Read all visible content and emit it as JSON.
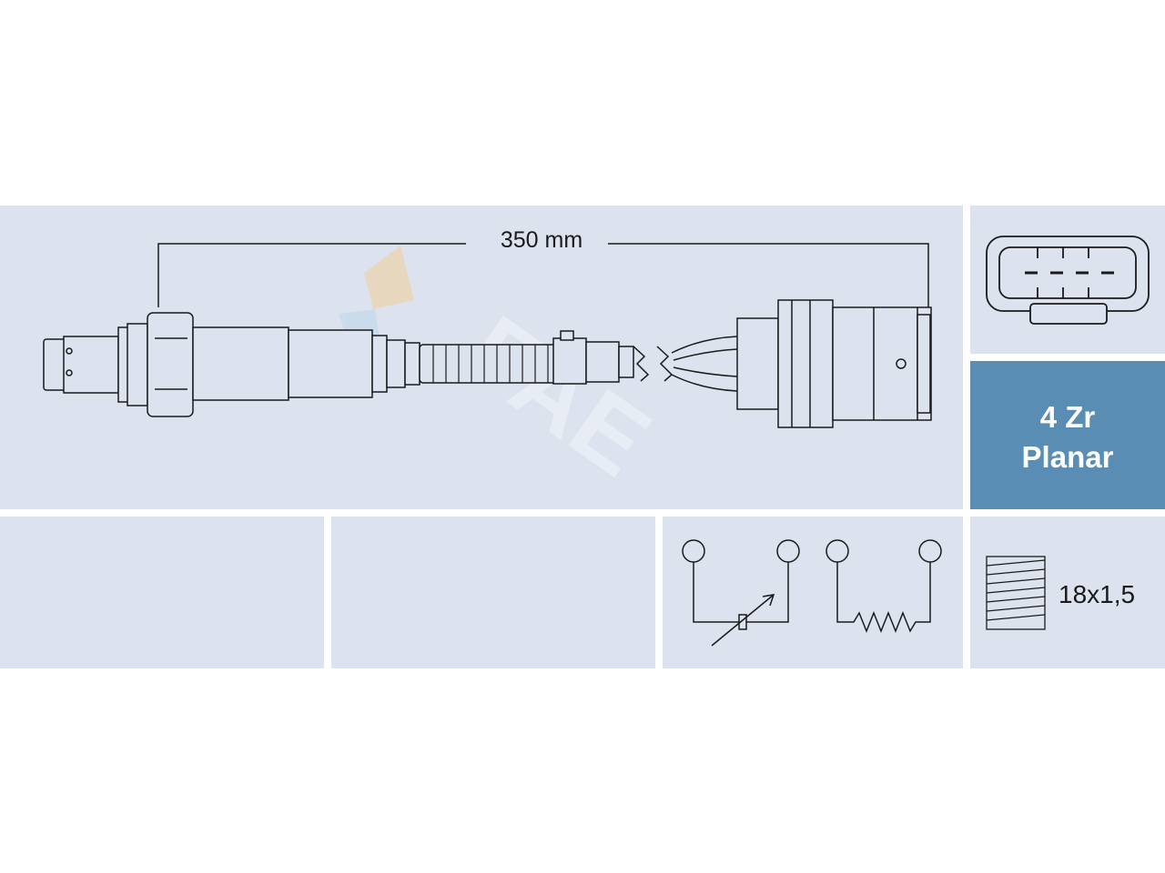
{
  "length_label": "350 mm",
  "sensor_type": {
    "line1": "4 Zr",
    "line2": "Planar"
  },
  "thread_label": "18x1,5",
  "watermark": "FAE",
  "colors": {
    "panel": "#dde3ee",
    "type_panel": "#5a8db3",
    "line": "#1a1a1a"
  }
}
